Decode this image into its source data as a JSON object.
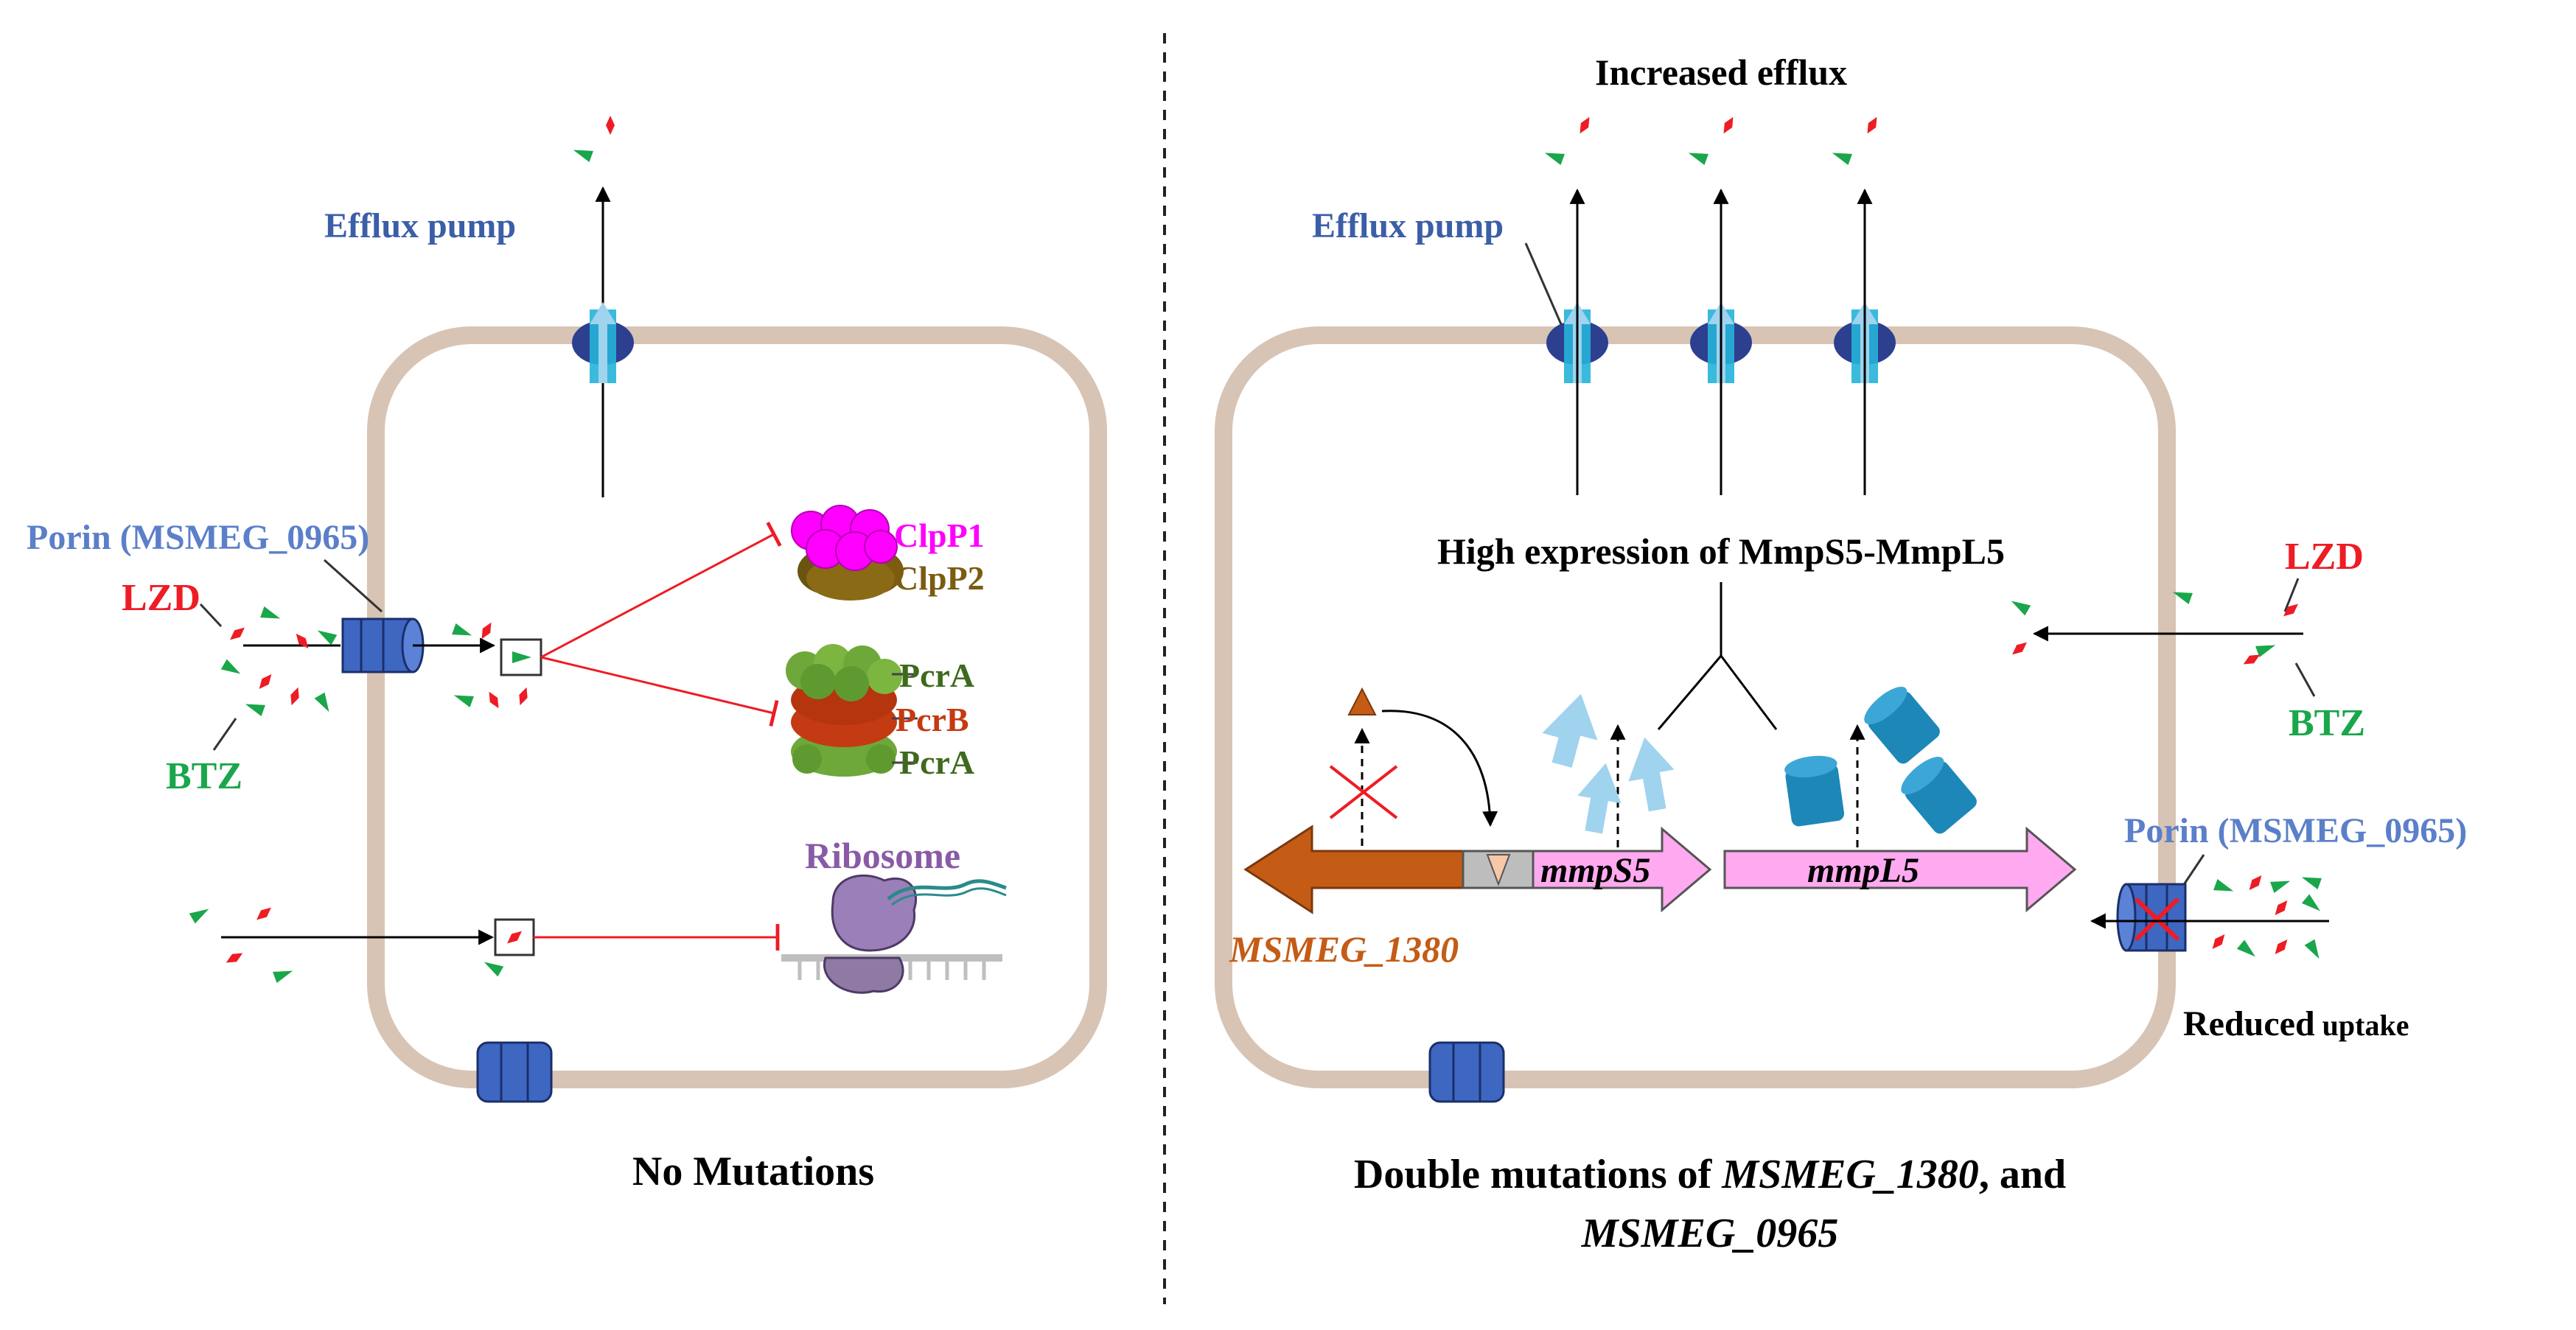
{
  "left_panel": {
    "caption": "No Mutations",
    "efflux_label": "Efflux pump",
    "porin_label": "Porin (MSMEG_0965)",
    "lzd_label": "LZD",
    "btz_label": "BTZ",
    "clpp1_label": "ClpP1",
    "clpp2_label": "ClpP2",
    "pcra_top_label": "PcrA",
    "pcrb_label": "PcrB",
    "pcra_bottom_label": "PcrA",
    "ribosome_label": "Ribosome"
  },
  "right_panel": {
    "title": "Increased efflux",
    "efflux_label": "Efflux pump",
    "expression_label": "High expression of MmpS5-MmpL5",
    "gene_1380_label": "MSMEG_1380",
    "gene_mmps5_label": "mmpS5",
    "gene_mmpl5_label": "mmpL5",
    "lzd_label": "LZD",
    "btz_label": "BTZ",
    "porin_label": "Porin (MSMEG_0965)",
    "reduced_label": "Reduced",
    "uptake_label": "uptake",
    "caption_prefix": "Double mutations of ",
    "caption_gene1": "MSMEG_1380",
    "caption_sep": ", and",
    "caption_gene2": "MSMEG_0965"
  },
  "colors": {
    "membrane": "#d8c4b4",
    "pump_dark": "#2d3f8f",
    "pump_light": "#25b2d8",
    "porin": "#3e67c2",
    "label_blue": "#3b5ea8",
    "lzd_red": "#ee1c24",
    "btz_green": "#1aa64a",
    "clpp1": "#ff00ff",
    "clpp2": "#7b5c10",
    "pcra": "#3f6a1e",
    "pcrb": "#c43a12",
    "ribosome": "#8a5aa6",
    "gene_1380": "#c45c16",
    "gene_mmp": "#ffaaf0",
    "arrow_light": "#9fd3ee",
    "mmpl5_cyl": "#1d87b8"
  }
}
